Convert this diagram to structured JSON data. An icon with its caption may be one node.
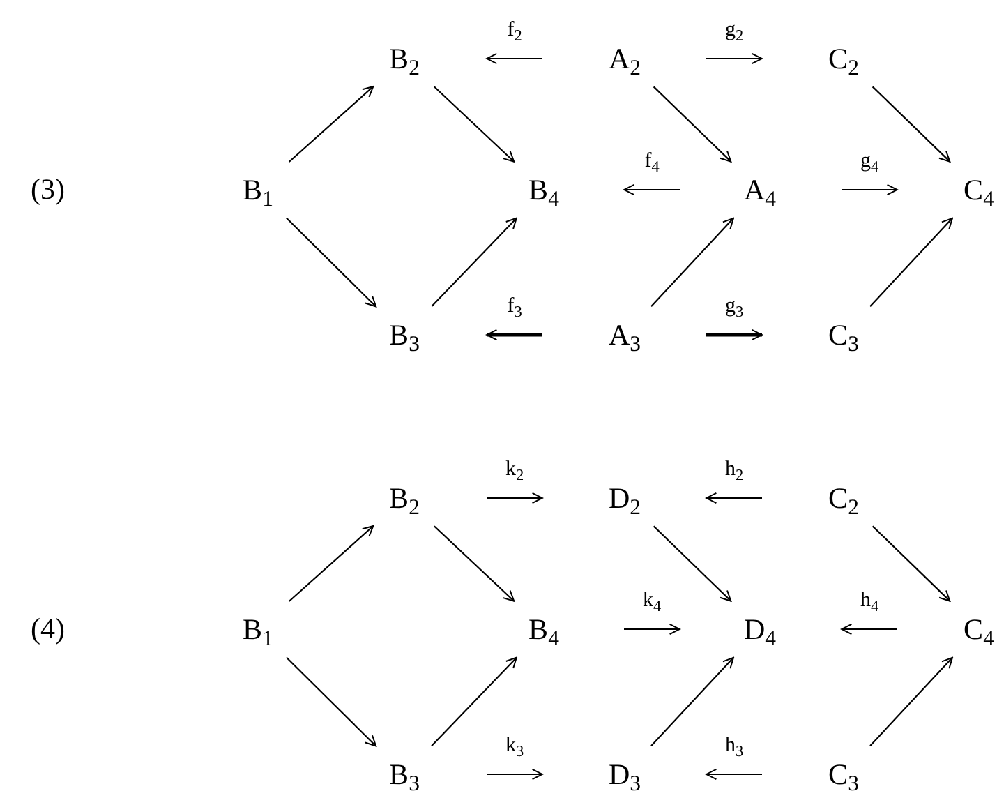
{
  "diagram": {
    "nodes": [
      {
        "text": [
          "B$_{1}$"
        ]
      },
      {
        "text": [
          "B$_{2}$"
        ]
      },
      {
        "text": [
          "B$_{3}$"
        ]
      },
      {
        "text": [
          "B$_{4}$"
        ]
      },
      {
        "text": [
          "A$_{2}$"
        ]
      },
      {
        "text": [
          "A$_{3}$"
        ]
      },
      {
        "text": [
          "A$_{4}$"
        ]
      },
      {
        "text": [
          "C$_{2}$"
        ]
      },
      {
        "text": [
          "C$_{3}$"
        ]
      },
      {
        "text": [
          "C$_{4}$"
        ]
      },
      {
        "text": [
          "B$_{1}$"
        ]
      },
      {
        "text": [
          "B$_{2}$"
        ]
      },
      {
        "text": [
          "B$_{3}$"
        ]
      },
      {
        "text": [
          "B$_{4}$"
        ]
      },
      {
        "text": [
          "D$_{2}$"
        ]
      },
      {
        "text": [
          "D$_{3}$"
        ]
      },
      {
        "text": [
          "D$_{4}$"
        ]
      },
      {
        "text": [
          "C$_{2}$"
        ]
      },
      {
        "text": [
          "C$_{3}$"
        ]
      },
      {
        "text": [
          "C$_{4}$"
        ]
      }
    ],
    "edges": [
      {
        "from": 0,
        "to": 1,
        "arrow": "to"
      },
      {
        "from": 0,
        "to": 2,
        "arrow": "to"
      },
      {
        "from": 1,
        "to": 3,
        "arrow": "to"
      },
      {
        "from": 2,
        "to": 3,
        "arrow": "to"
      },
      {
        "from": 4,
        "to": 1,
        "arrow": "to",
        "label": "f$_{2}$"
      },
      {
        "from": 4,
        "to": 7,
        "arrow": "to",
        "label": "g$_{2}$"
      },
      {
        "from": 4,
        "to": 6,
        "arrow": "to"
      },
      {
        "from": 6,
        "to": 3,
        "arrow": "to",
        "label": "f$_{4}$"
      },
      {
        "from": 6,
        "to": 9,
        "arrow": "to",
        "label": "g$_{4}$"
      },
      {
        "from": 5,
        "to": 6,
        "arrow": "to"
      },
      {
        "from": 5,
        "to": 2,
        "arrow": "to",
        "label": "f$_{3}$",
        "style": "thick"
      },
      {
        "from": 5,
        "to": 8,
        "arrow": "to",
        "label": "g$_{3}$",
        "style": "thick"
      },
      {
        "from": 7,
        "to": 9,
        "arrow": "to"
      },
      {
        "from": 8,
        "to": 9,
        "arrow": "to"
      },
      {
        "from": 10,
        "to": 11,
        "arrow": "to"
      },
      {
        "from": 10,
        "to": 12,
        "arrow": "to"
      },
      {
        "from": 11,
        "to": 13,
        "arrow": "to"
      },
      {
        "from": 12,
        "to": 13,
        "arrow": "to"
      },
      {
        "from": 11,
        "to": 14,
        "arrow": "to",
        "label": "k$_{2}$"
      },
      {
        "from": 17,
        "to": 14,
        "arrow": "to",
        "label": "h$_{2}$"
      },
      {
        "from": 14,
        "to": 16,
        "arrow": "to"
      },
      {
        "from": 13,
        "to": 16,
        "arrow": "to",
        "label": "k$_{4}$"
      },
      {
        "from": 19,
        "to": 16,
        "arrow": "to",
        "label": "h$_{4}$"
      },
      {
        "from": 15,
        "to": 16,
        "arrow": "to"
      },
      {
        "from": 12,
        "to": 15,
        "arrow": "to",
        "label": "k$_{3}$"
      },
      {
        "from": 18,
        "to": 15,
        "arrow": "to",
        "label": "h$_{3}$"
      },
      {
        "from": 17,
        "to": 19,
        "arrow": "to"
      },
      {
        "from": 18,
        "to": 19,
        "arrow": "to"
      }
    ],
    "labels": [
      "(3)",
      "(4)"
    ]
  }
}
